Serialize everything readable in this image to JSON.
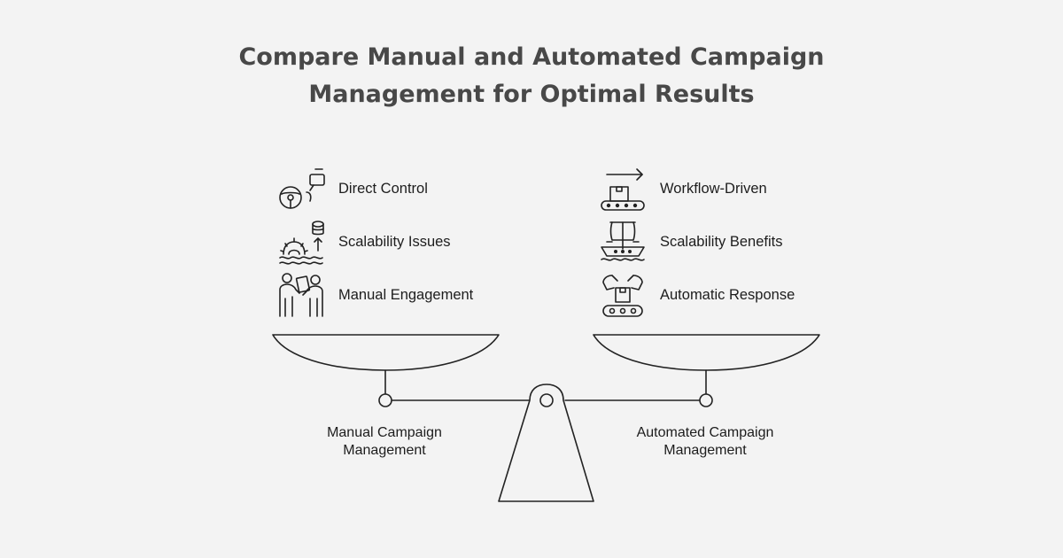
{
  "title": {
    "line1": "Compare Manual and Automated Campaign",
    "line2": "Management for Optimal Results"
  },
  "left_side": {
    "items": [
      {
        "label": "Direct Control",
        "icon": "steering-wheel-icon"
      },
      {
        "label": "Scalability Issues",
        "icon": "overloaded-gear-icon"
      },
      {
        "label": "Manual Engagement",
        "icon": "people-handoff-icon"
      }
    ],
    "pan_label_line1": "Manual Campaign",
    "pan_label_line2": "Management"
  },
  "right_side": {
    "items": [
      {
        "label": "Workflow-Driven",
        "icon": "conveyor-arrow-icon"
      },
      {
        "label": "Scalability Benefits",
        "icon": "ship-icon"
      },
      {
        "label": "Automatic Response",
        "icon": "robotic-arm-icon"
      }
    ],
    "pan_label_line1": "Automated Campaign",
    "pan_label_line2": "Management"
  },
  "colors": {
    "background": "#f3f3f3",
    "stroke": "#222222",
    "title": "#484848"
  }
}
